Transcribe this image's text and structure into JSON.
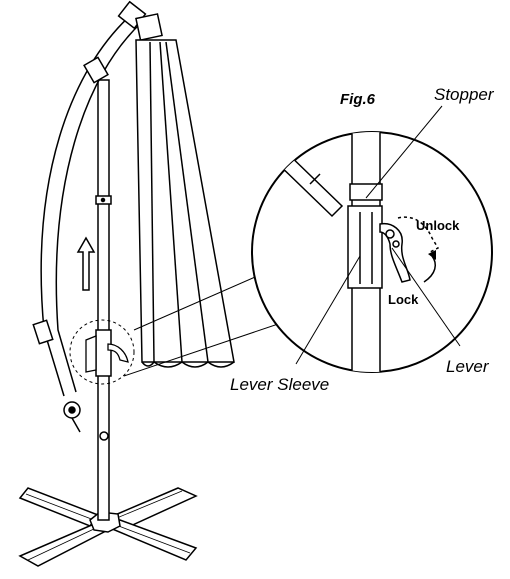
{
  "figure": {
    "title": "Fig.6",
    "labels": {
      "stopper": "Stopper",
      "unlock": "Unlock",
      "lock": "Lock",
      "lever": "Lever",
      "lever_sleeve": "Lever Sleeve"
    }
  },
  "colors": {
    "line": "#000000",
    "background": "#ffffff"
  }
}
